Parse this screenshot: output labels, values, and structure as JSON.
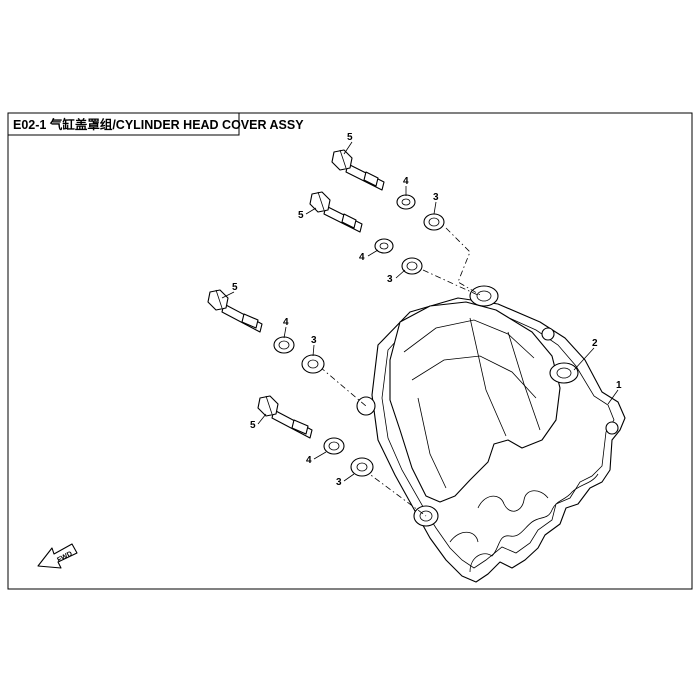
{
  "title": "E02-1 气缸盖罩组/CYLINDER HEAD COVER ASSY",
  "fwd_label": "FWD",
  "callouts": {
    "cover": "1",
    "gasket": "2",
    "grommet_a": "3",
    "grommet_b": "3",
    "grommet_c": "3",
    "grommet_d": "3",
    "washer_a": "4",
    "washer_b": "4",
    "washer_c": "4",
    "washer_d": "4",
    "bolt_a": "5",
    "bolt_b": "5",
    "bolt_c": "5",
    "bolt_d": "5"
  }
}
